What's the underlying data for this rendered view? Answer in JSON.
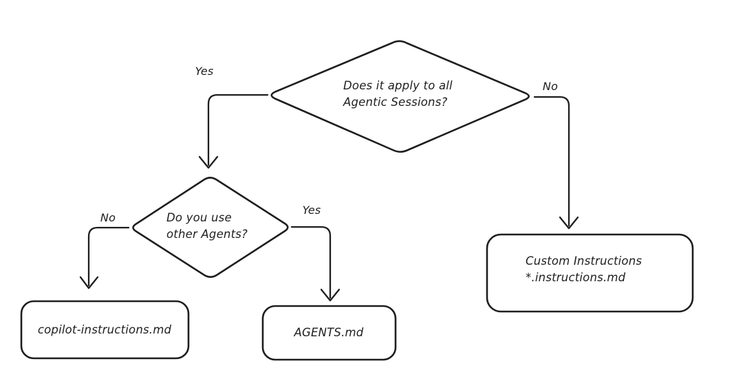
{
  "diagram": {
    "background": "#ffffff",
    "stroke_color": "#1e1e1e",
    "nodes": {
      "decision_top": {
        "type": "diamond",
        "lines": [
          "Does it apply to all",
          "Agentic Sessions?"
        ]
      },
      "decision_agents": {
        "type": "diamond",
        "lines": [
          "Do you use",
          "other Agents?"
        ]
      },
      "box_copilot": {
        "type": "rounded-rect",
        "label": "copilot-instructions.md"
      },
      "box_agents": {
        "type": "rounded-rect",
        "label": "AGENTS.md"
      },
      "box_custom": {
        "type": "rounded-rect",
        "lines": [
          "Custom Instructions",
          "*.instructions.md"
        ]
      }
    },
    "edges": {
      "top_yes": {
        "label": "Yes",
        "from": "decision_top",
        "to": "decision_agents"
      },
      "top_no": {
        "label": "No",
        "from": "decision_top",
        "to": "box_custom"
      },
      "agents_no": {
        "label": "No",
        "from": "decision_agents",
        "to": "box_copilot"
      },
      "agents_yes": {
        "label": "Yes",
        "from": "decision_agents",
        "to": "box_agents"
      }
    }
  }
}
